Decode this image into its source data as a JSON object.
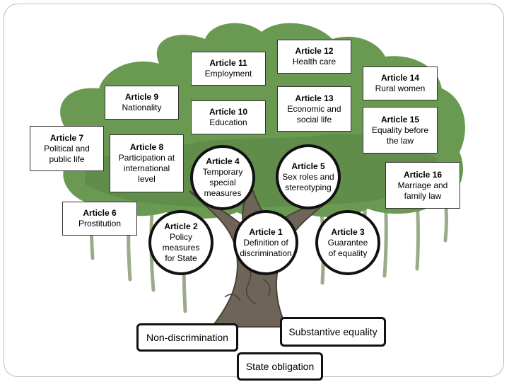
{
  "colors": {
    "foliage": "#6a9a52",
    "foliage_dark": "#557f40",
    "trunk": "#6e6558",
    "trunk_dark": "#4a4238",
    "roots": "#9bab8a"
  },
  "articles": [
    {
      "title": "Article 12",
      "text": [
        "Health care"
      ]
    },
    {
      "title": "Article 11",
      "text": [
        "Employment"
      ]
    },
    {
      "title": "Article 14",
      "text": [
        "Rural women"
      ]
    },
    {
      "title": "Article 9",
      "text": [
        "Nationality"
      ]
    },
    {
      "title": "Article 13",
      "text": [
        "Economic and",
        "social life"
      ]
    },
    {
      "title": "Article 10",
      "text": [
        "Education"
      ]
    },
    {
      "title": "Article 15",
      "text": [
        "Equality before",
        "the law"
      ]
    },
    {
      "title": "Article 7",
      "text": [
        "Political and",
        "public life"
      ]
    },
    {
      "title": "Article 8",
      "text": [
        "Participation at",
        "international",
        "level"
      ]
    },
    {
      "title": "Article 16",
      "text": [
        "Marriage and",
        "family law"
      ]
    },
    {
      "title": "Article 6",
      "text": [
        "Prostitution"
      ]
    }
  ],
  "core_articles": [
    {
      "title": "Article 4",
      "text": [
        "Temporary",
        "special",
        "measures"
      ]
    },
    {
      "title": "Article 5",
      "text": [
        "Sex roles and",
        "stereotyping"
      ]
    },
    {
      "title": "Article 2",
      "text": [
        "Policy",
        "measures",
        "for State"
      ]
    },
    {
      "title": "Article 1",
      "text": [
        "Definition of",
        "discrimination"
      ]
    },
    {
      "title": "Article 3",
      "text": [
        "Guarantee",
        "of equality"
      ]
    }
  ],
  "foundations": {
    "non_discrimination": "Non-discrimination",
    "substantive_equality": "Substantive equality",
    "state_obligation": "State obligation"
  }
}
